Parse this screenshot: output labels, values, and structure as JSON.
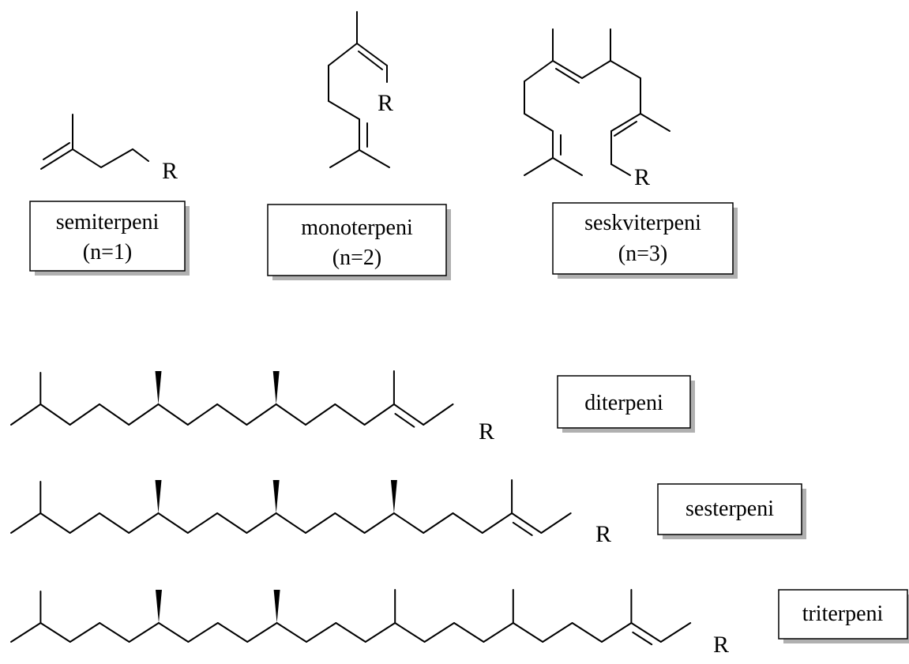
{
  "atom_label": "R",
  "line_color": "#000000",
  "box_shadow_color": "#b0b0b0",
  "classes": [
    {
      "id": "semiterpeni",
      "name": "semiterpeni",
      "count": "(n=1)"
    },
    {
      "id": "monoterpeni",
      "name": "monoterpeni",
      "count": "(n=2)"
    },
    {
      "id": "seskviterpeni",
      "name": "seskviterpeni",
      "count": "(n=3)"
    },
    {
      "id": "diterpeni",
      "name": "diterpeni"
    },
    {
      "id": "sesterpeni",
      "name": "sesterpeni"
    },
    {
      "id": "triterpeni",
      "name": "triterpeni"
    }
  ]
}
